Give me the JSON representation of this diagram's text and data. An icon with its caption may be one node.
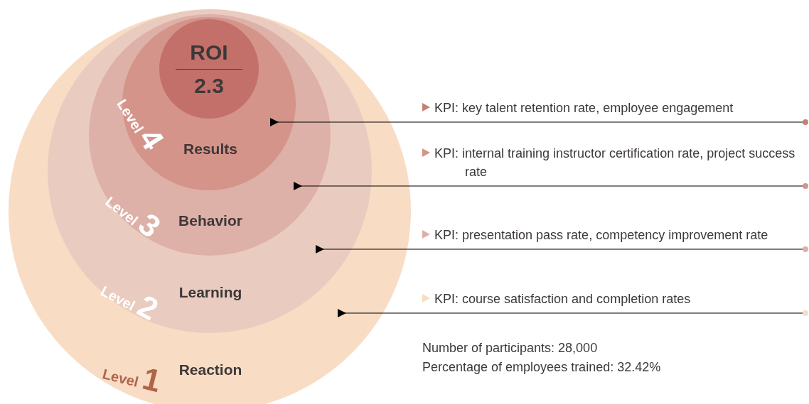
{
  "diagram": {
    "nodes": [
      {
        "text": [
          "Level 1",
          "Reaction"
        ]
      },
      {
        "text": [
          "Level 2",
          "Learning"
        ],
        "in": 0
      },
      {
        "text": [
          "Level 3",
          "Behavior"
        ],
        "in": 1
      },
      {
        "text": [
          "Level 4",
          "Results"
        ],
        "in": 2
      },
      {
        "text": [
          "ROI",
          "2.3"
        ],
        "in": 3
      },
      {
        "text": [],
        "shape": "circle"
      },
      {
        "text": [],
        "shape": "circle"
      },
      {
        "text": [],
        "shape": "circle"
      },
      {
        "text": [],
        "shape": "circle"
      }
    ],
    "edges": [
      {
        "from": 5,
        "to": 3,
        "arrow": "to",
        "label": "KPI: key talent retention rate, employee engagement"
      },
      {
        "from": 6,
        "to": 2,
        "arrow": "to",
        "label": "KPI: internal training instructor certification rate, project success rate"
      },
      {
        "from": 7,
        "to": 1,
        "arrow": "to",
        "label": "KPI: presentation pass rate, competency improvement rate"
      },
      {
        "from": 8,
        "to": 0,
        "arrow": "to",
        "label": "KPI: course satisfaction and completion rates"
      }
    ],
    "labels": [
      "Number of participants: 28,000",
      "Percentage of employees trained: 32.42%"
    ]
  }
}
